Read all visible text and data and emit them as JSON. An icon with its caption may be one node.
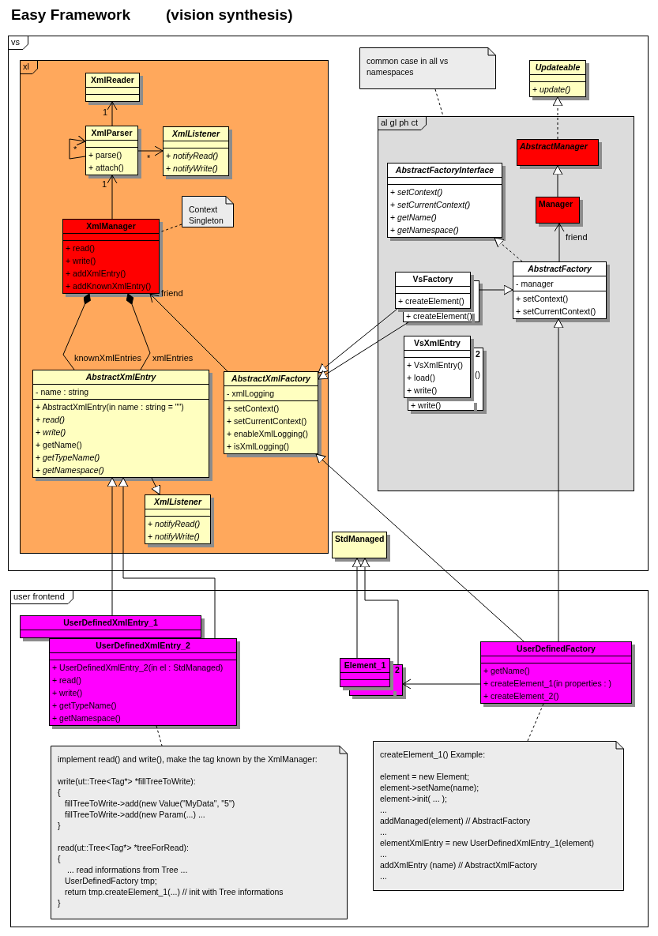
{
  "diagram": {
    "title": "Easy Framework",
    "nodes": [
      {
        "text": [
          "vs"
        ]
      },
      {
        "text": [
          "xl"
        ],
        "in": 0
      },
      {
        "text": [
          "XmlReader"
        ],
        "in": 1
      },
      {
        "text": [
          "XmlParser",
          "+ parse()",
          "+ attach()"
        ],
        "in": 1
      },
      {
        "text": [
          "XmlListener",
          "+ *notifyRead()*",
          "+ *notifyWrite()*"
        ],
        "in": 1
      },
      {
        "text": [
          "Context Singleton"
        ],
        "in": 1
      },
      {
        "text": [
          "XmlManager",
          "+ read()",
          "+ write()",
          "+ addXmlEntry()",
          "+ addKnownXmlEntry()"
        ],
        "in": 1
      },
      {
        "text": [
          "AbstractXmlEntry",
          "- name : string",
          "+ AbstractXmlEntry(in name : string = \"\")",
          "+ *read()*",
          "+ *write()*",
          "+ getName()",
          "+ *getTypeName()*",
          "+ *getNamespace()*"
        ],
        "in": 1
      },
      {
        "text": [
          "AbstractXmlFactory",
          "- xmlLogging",
          "+ setContext()",
          "+ setCurrentContext()",
          "+ enableXmlLogging()",
          "+ isXmlLogging()"
        ],
        "in": 1
      },
      {
        "text": [
          "XmlListener",
          "+ *notifyRead()*",
          "+ *notifyWrite()*"
        ],
        "in": 1
      },
      {
        "text": [
          "common case in all vs namespaces"
        ],
        "in": 0
      },
      {
        "text": [
          "Updateable",
          "+ *update()*"
        ],
        "in": 0
      },
      {
        "text": [
          "al gl ph ct"
        ],
        "in": 0
      },
      {
        "text": [
          "AbstractManager"
        ],
        "in": 12
      },
      {
        "text": [
          "AbstractFactoryInterface",
          "+ *setContext()*",
          "+ *setCurrentContext()*",
          "+ *getName()*",
          "+ *getNamespace()*"
        ],
        "in": 12
      },
      {
        "text": [
          "Manager"
        ],
        "in": 12
      },
      {
        "text": [
          "VsFactory",
          "+ createElement()"
        ],
        "in": 12
      },
      {
        "text": [
          "+ createElement()"
        ],
        "in": 12
      },
      {
        "text": [
          "AbstractFactory",
          "- manager",
          "+ setContext()",
          "+ setCurrentContext()"
        ],
        "in": 12
      },
      {
        "text": [
          "VsXmlEntry",
          "+ VsXmlEntry()",
          "+ load()",
          "+ write()"
        ],
        "in": 12
      },
      {
        "text": [
          "2",
          "()",
          "+ write()"
        ],
        "in": 12
      },
      {
        "text": [
          "StdManaged"
        ],
        "in": 0
      },
      {
        "text": [
          "user frontend"
        ]
      },
      {
        "text": [
          "UserDefinedXmlEntry_1"
        ],
        "in": 22
      },
      {
        "text": [
          "UserDefinedXmlEntry_2",
          "+ UserDefinedXmlEntry_2(in el : StdManaged)",
          "+ read()",
          "+ write()",
          "+ getTypeName()",
          "+ getNamespace()"
        ],
        "in": 22
      },
      {
        "text": [
          "Element_1"
        ],
        "in": 22
      },
      {
        "text": [
          "2"
        ],
        "in": 22
      },
      {
        "text": [
          "UserDefinedFactory",
          "+ getName()",
          "+ createElement_1(in properties : )",
          "+ createElement_2()"
        ],
        "in": 22
      },
      {
        "text": [
          "implement read() and write(), make the tag known by the XmlManager:",
          "write(ut::Tree<Tag*> *fillTreeToWrite):",
          "{",
          "fillTreeToWrite->add(new Value(\"MyData\", \"5\")",
          "fillTreeToWrite->add(new Param(...) ...",
          "}",
          "read(ut::Tree<Tag*> *treeForRead):",
          "{",
          "... read informations from Tree ...",
          "UserDefinedFactory tmp;",
          "return tmp.createElement_1(...) // init with Tree informations",
          "}"
        ],
        "in": 22
      },
      {
        "text": [
          "createElement_1() Example:",
          "element = new Element;",
          "element->setName(name);",
          "element->init( ... );",
          "...",
          "addManaged(element) // AbstractFactory",
          "...",
          "elementXmlEntry = new UserDefinedXmlEntry_1(element)",
          "...",
          "addXmlEntry (name) // AbstractXmlFactory",
          "..."
        ],
        "in": 22
      }
    ],
    "edges": [
      {
        "from": 3,
        "to": 2,
        "arrow": "to",
        "label": "1"
      },
      {
        "from": 3,
        "to": 3,
        "arrow": "to",
        "label": "*"
      },
      {
        "from": 3,
        "to": 4,
        "arrow": "to",
        "label": "*"
      },
      {
        "from": 6,
        "to": 3,
        "arrow": "to",
        "label": "1"
      },
      {
        "from": 5,
        "to": 6,
        "arrow": "none",
        "style": "dashed"
      },
      {
        "from": 7,
        "to": 6,
        "arrow": "other",
        "label": "knownXmlEntries"
      },
      {
        "from": 7,
        "to": 6,
        "arrow": "other",
        "label": "xmlEntries"
      },
      {
        "from": 8,
        "to": 6,
        "arrow": "to",
        "label": "friend"
      },
      {
        "from": 7,
        "to": 9,
        "arrow": "to"
      },
      {
        "from": 16,
        "to": 8,
        "arrow": "to"
      },
      {
        "from": 17,
        "to": 8,
        "arrow": "to"
      },
      {
        "from": 18,
        "to": 14,
        "arrow": "to",
        "style": "dashed"
      },
      {
        "from": 13,
        "to": 11,
        "arrow": "to",
        "style": "dashed"
      },
      {
        "from": 15,
        "to": 13,
        "arrow": "to"
      },
      {
        "from": 18,
        "to": 15,
        "arrow": "to",
        "label": "friend"
      },
      {
        "from": 17,
        "to": 18,
        "arrow": "to"
      },
      {
        "from": 10,
        "to": 12,
        "arrow": "none",
        "style": "dashed"
      },
      {
        "from": 23,
        "to": 7,
        "arrow": "to"
      },
      {
        "from": 24,
        "to": 7,
        "arrow": "to"
      },
      {
        "from": 27,
        "to": 8,
        "arrow": "to"
      },
      {
        "from": 27,
        "to": 18,
        "arrow": "to"
      },
      {
        "from": 25,
        "to": 21,
        "arrow": "to"
      },
      {
        "from": 26,
        "to": 21,
        "arrow": "to"
      },
      {
        "from": 27,
        "to": 26,
        "arrow": "to"
      },
      {
        "from": 24,
        "to": 28,
        "arrow": "none",
        "style": "dashed"
      },
      {
        "from": 27,
        "to": 29,
        "arrow": "none",
        "style": "dashed"
      }
    ],
    "labels": [
      "(vision synthesis)"
    ]
  }
}
